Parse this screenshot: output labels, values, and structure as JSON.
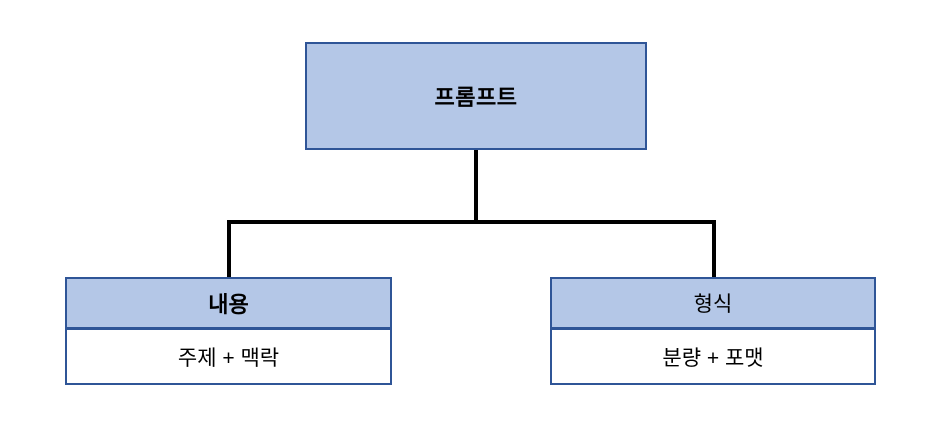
{
  "diagram": {
    "type": "tree-hierarchy",
    "background_color": "#ffffff",
    "connector_color": "#000000",
    "node_fill_color": "#b4c7e7",
    "node_border_color": "#2f5597",
    "body_fill_color": "#ffffff",
    "text_color": "#000000",
    "root": {
      "label": "프롬프트"
    },
    "children": [
      {
        "header": "내용",
        "body": "주제 + 맥락"
      },
      {
        "header": "형식",
        "body": "분량 + 포맷"
      }
    ]
  }
}
